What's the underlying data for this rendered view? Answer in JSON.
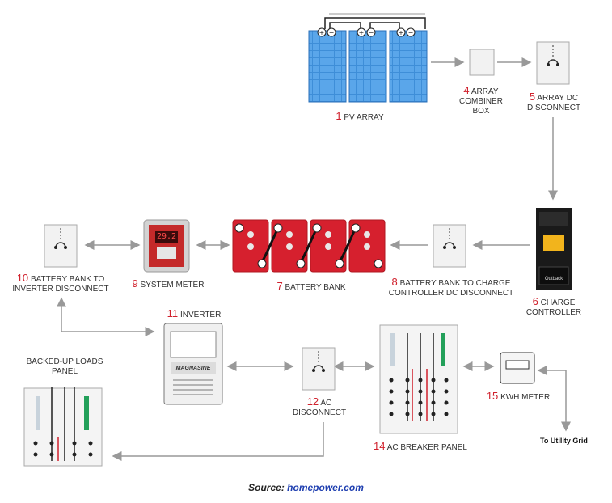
{
  "components": {
    "pv_array": {
      "num": "1",
      "label": "PV ARRAY"
    },
    "combiner": {
      "num": "4",
      "label1": "ARRAY",
      "label2": "COMBINER",
      "label3": "BOX"
    },
    "array_disconnect": {
      "num": "5",
      "label1": "ARRAY DC",
      "label2": "DISCONNECT"
    },
    "charge_controller": {
      "num": "6",
      "label1": "CHARGE",
      "label2": "CONTROLLER",
      "brand": "Outback"
    },
    "cc_disconnect": {
      "num": "8",
      "label1": "BATTERY BANK TO CHARGE",
      "label2": "CONTROLLER DC DISCONNECT"
    },
    "battery_bank": {
      "num": "7",
      "label": "BATTERY BANK"
    },
    "system_meter": {
      "num": "9",
      "label": "SYSTEM METER",
      "display": "29.2"
    },
    "inv_disconnect": {
      "num": "10",
      "label1": "BATTERY BANK TO",
      "label2": "INVERTER DISCONNECT"
    },
    "inverter": {
      "num": "11",
      "label": "INVERTER",
      "brand": "MAGNASINE"
    },
    "ac_disconnect": {
      "num": "12",
      "label1": "AC",
      "label2": "DISCONNECT"
    },
    "breaker_panel": {
      "num": "14",
      "label": "AC BREAKER PANEL"
    },
    "kwh_meter": {
      "num": "15",
      "label": "KWH METER"
    },
    "loads_panel": {
      "label1": "BACKED-UP LOADS",
      "label2": "PANEL"
    }
  },
  "utility": "To Utility Grid",
  "source": {
    "prefix": "Source:",
    "link": "homepower.com"
  }
}
